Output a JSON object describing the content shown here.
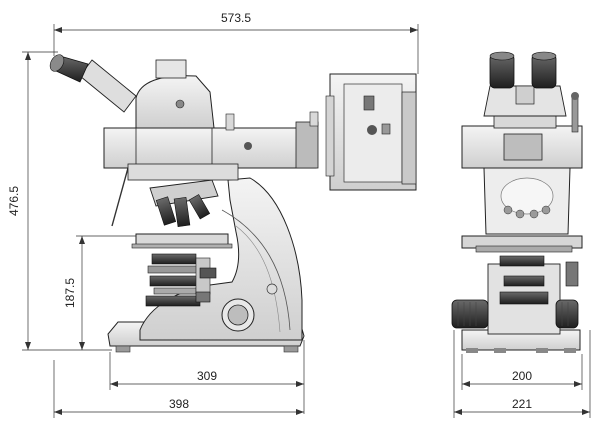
{
  "drawing": {
    "side_view": {
      "dimensions": {
        "overall_width": "573.5",
        "overall_height": "476.5",
        "stage_height": "187.5",
        "base_width": "309",
        "total_depth": "398"
      }
    },
    "front_view": {
      "dimensions": {
        "base_width": "200",
        "overall_width": "221"
      }
    }
  }
}
